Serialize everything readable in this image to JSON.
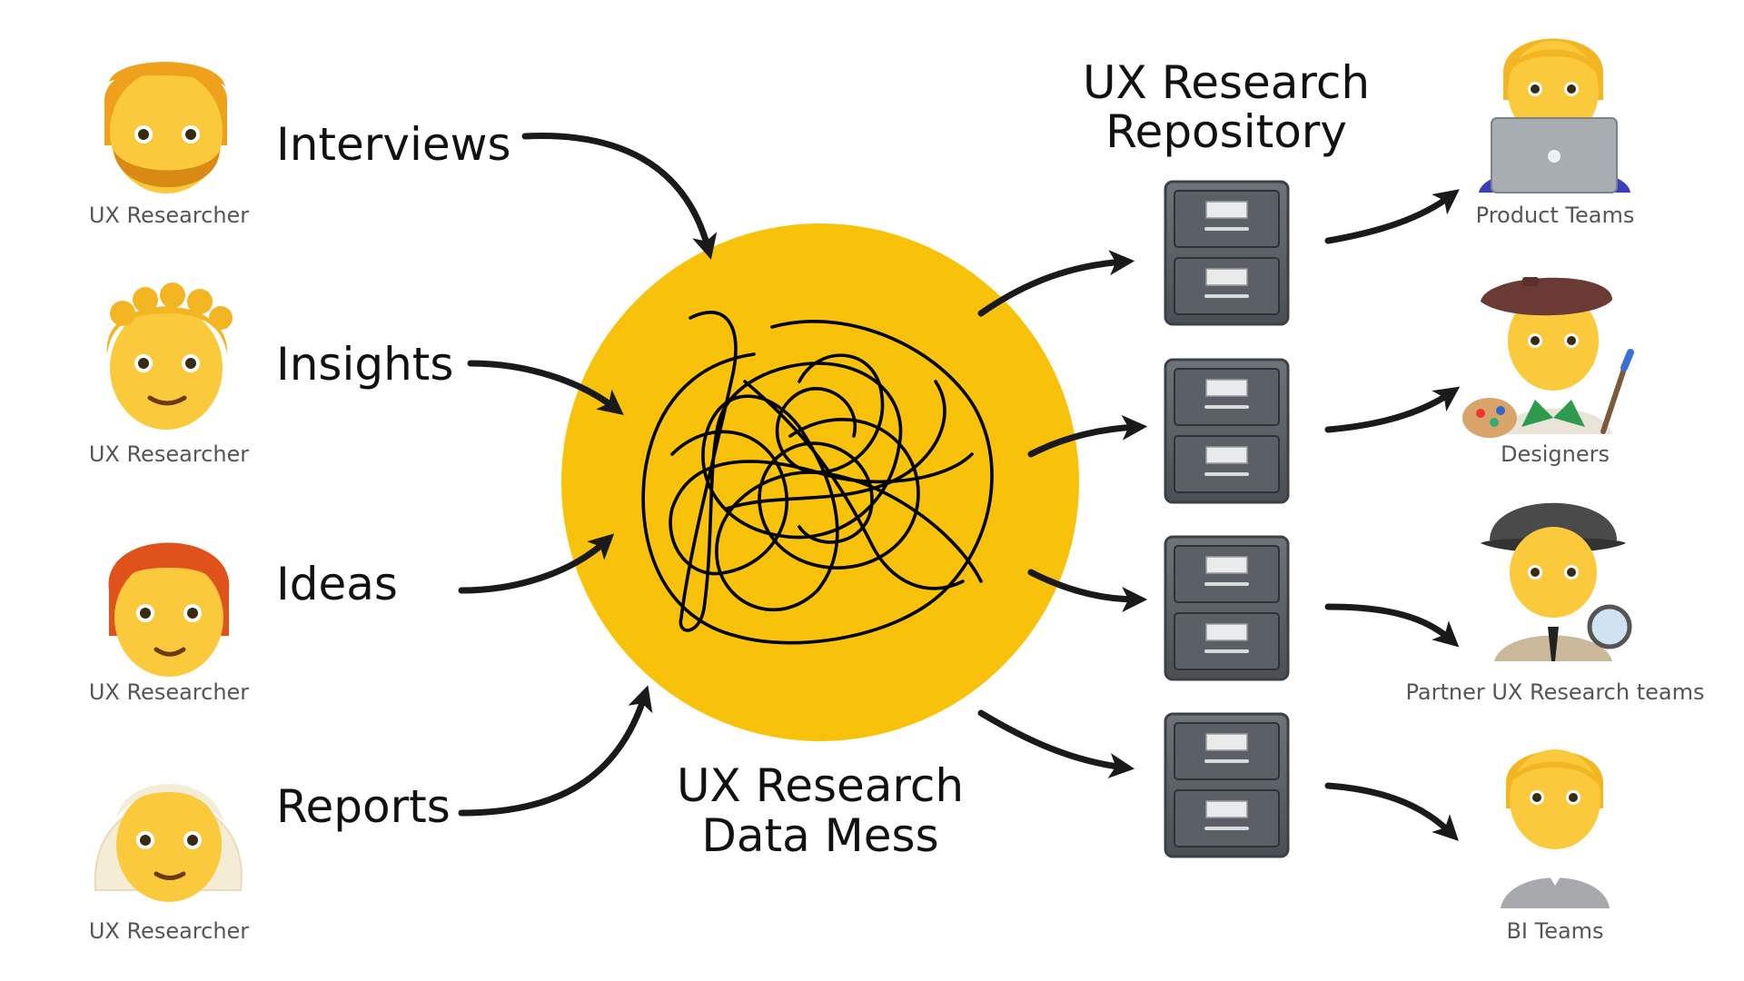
{
  "sources": [
    {
      "caption": "UX Researcher",
      "label": "Interviews",
      "hair": "#f0a11c",
      "beard": true
    },
    {
      "caption": "UX Researcher",
      "label": "Insights",
      "hair": "#f3b622",
      "curly": true
    },
    {
      "caption": "UX Researcher",
      "label": "Ideas",
      "hair": "#e0521c"
    },
    {
      "caption": "UX Researcher",
      "label": "Reports",
      "hair": "#f4ecd4",
      "long": true
    }
  ],
  "mess": {
    "title_line1": "UX Research",
    "title_line2": "Data Mess",
    "color": "#f9c20a"
  },
  "repository": {
    "title_line1": "UX Research",
    "title_line2": "Repository"
  },
  "consumers": [
    {
      "caption": "Product Teams"
    },
    {
      "caption": "Designers"
    },
    {
      "caption": "Partner UX Research teams"
    },
    {
      "caption": "BI Teams"
    }
  ],
  "colors": {
    "arrow": "#1a1a1a",
    "cabinet": "#5d6266",
    "skin": "#fbc93c"
  }
}
